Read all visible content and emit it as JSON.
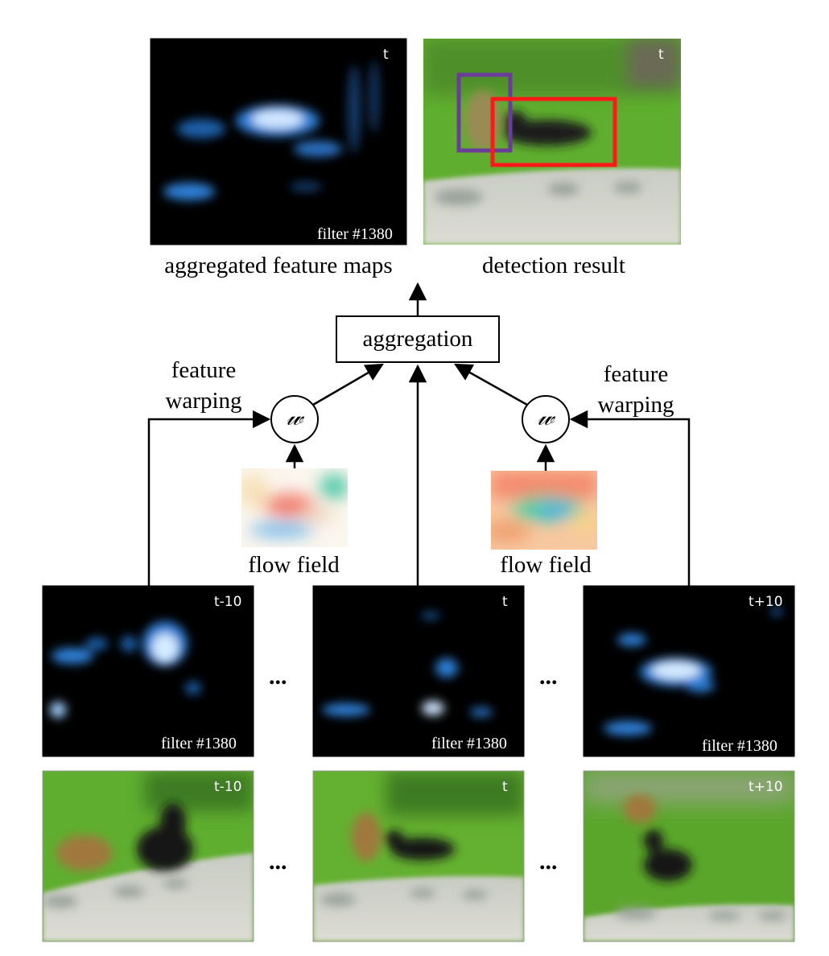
{
  "top": {
    "feature_map": {
      "frame_tag": "t",
      "filter_tag": "filter #1380",
      "caption": "aggregated feature maps"
    },
    "detection": {
      "frame_tag": "t",
      "caption": "detection result",
      "box_colors": {
        "second_object": "#6a3d9a",
        "first_object": "#ff1a1a"
      }
    }
  },
  "middle": {
    "aggregation_label": "aggregation",
    "warp_symbol": "𝓌",
    "left_warp_label": [
      "feature",
      "warping"
    ],
    "right_warp_label": [
      "feature",
      "warping"
    ],
    "left_flow_caption": "flow field",
    "right_flow_caption": "flow field"
  },
  "feature_row": [
    {
      "frame_tag": "t-10",
      "filter_tag": "filter #1380"
    },
    {
      "frame_tag": "t",
      "filter_tag": "filter #1380"
    },
    {
      "frame_tag": "t+10",
      "filter_tag": "filter #1380"
    }
  ],
  "frame_row": [
    {
      "frame_tag": "t-10"
    },
    {
      "frame_tag": "t"
    },
    {
      "frame_tag": "t+10"
    }
  ],
  "ellipsis": "...",
  "colors": {
    "feature_glow": "#3a8fe0",
    "grass": "#5aa62a",
    "line": "#000000"
  }
}
